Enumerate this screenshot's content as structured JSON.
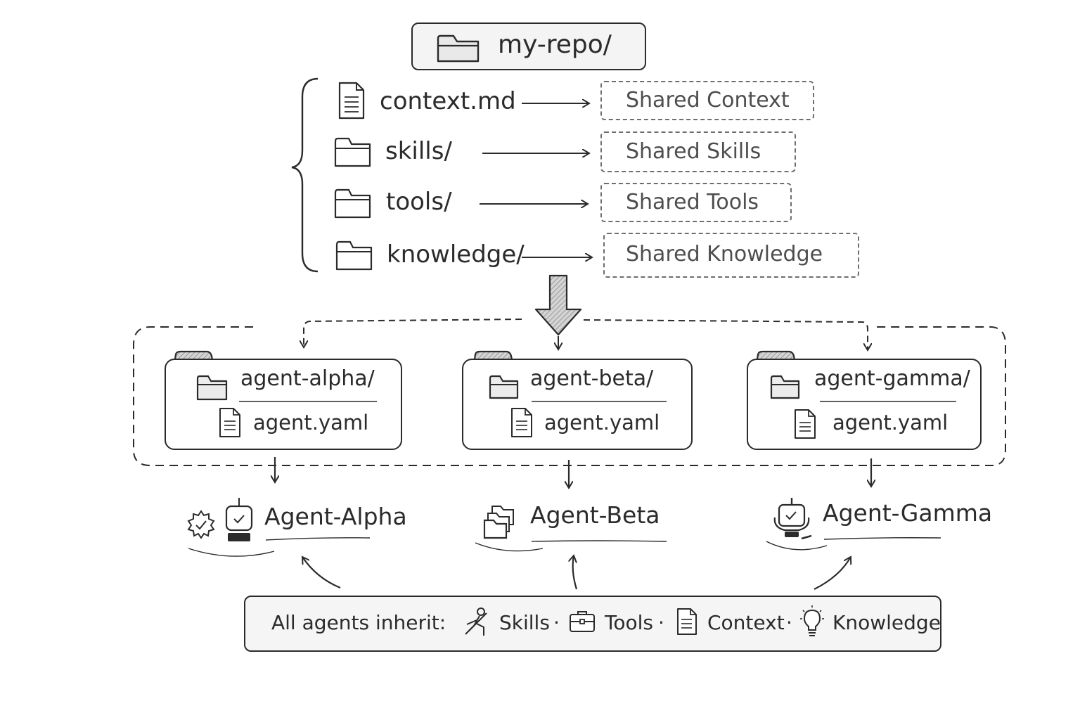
{
  "root": {
    "label": "my-repo/",
    "icon": "folder-icon"
  },
  "repo_items": [
    {
      "name": "context.md",
      "icon": "document-icon",
      "shared": "Shared Context"
    },
    {
      "name": "skills/",
      "icon": "folder-icon",
      "shared": "Shared Skills"
    },
    {
      "name": "tools/",
      "icon": "folder-icon",
      "shared": "Shared Tools"
    },
    {
      "name": "knowledge/",
      "icon": "folder-icon",
      "shared": "Shared Knowledge"
    }
  ],
  "agents": [
    {
      "folder": "agent-alpha/",
      "file": "agent.yaml",
      "name": "Agent-Alpha",
      "icon": "robot-with-gear-icon"
    },
    {
      "folder": "agent-beta/",
      "file": "agent.yaml",
      "name": "Agent-Beta",
      "icon": "stacked-folders-icon"
    },
    {
      "folder": "agent-gamma/",
      "file": "agent.yaml",
      "name": "Agent-Gamma",
      "icon": "robot-icon"
    }
  ],
  "footer": {
    "prefix": "All agents inherit:",
    "items": [
      {
        "label": "Skills",
        "icon": "skills-icon"
      },
      {
        "label": "Tools",
        "icon": "toolbox-icon"
      },
      {
        "label": "Context",
        "icon": "document-icon"
      },
      {
        "label": "Knowledge",
        "icon": "lightbulb-icon"
      }
    ],
    "separator": "·"
  },
  "colors": {
    "ink": "#2b2b2b",
    "muted": "#4e4e4e",
    "fill": "#f4f4f4"
  }
}
